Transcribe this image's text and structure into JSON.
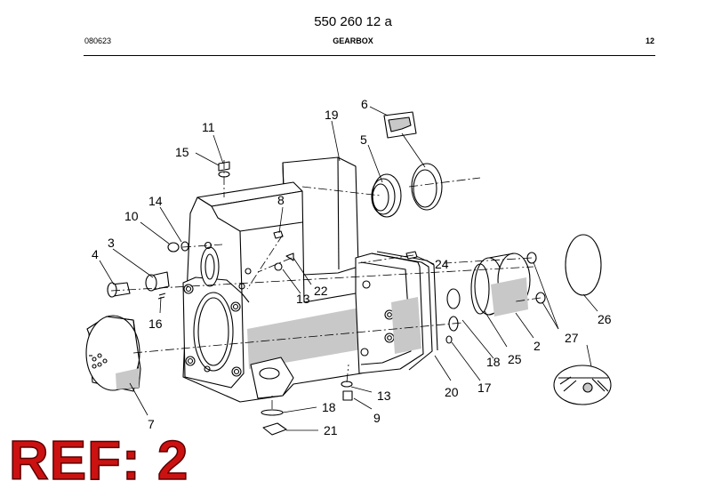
{
  "header": {
    "doc_number": "550 260 12 a",
    "date_code": "080623",
    "title": "GEARBOX",
    "page": "12"
  },
  "callouts": [
    "11",
    "15",
    "14",
    "10",
    "3",
    "4",
    "16",
    "8",
    "13",
    "22",
    "19",
    "6",
    "5",
    "24",
    "2",
    "25",
    "18",
    "17",
    "20",
    "27",
    "26",
    "7",
    "13",
    "9",
    "18",
    "21"
  ],
  "stamp": {
    "text": "REF: 2",
    "color": "#cc1111"
  },
  "colors": {
    "shading": "#c8c8c8",
    "line": "#000000"
  }
}
